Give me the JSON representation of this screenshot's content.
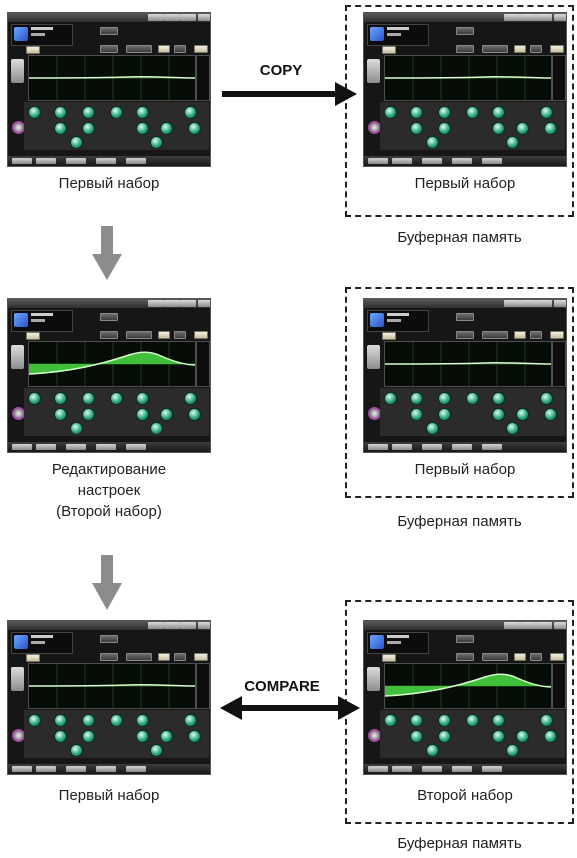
{
  "copy_label": "COPY",
  "compare_label": "COMPARE",
  "caption_first_set": "Первый набор",
  "caption_second_set": "Второй набор",
  "caption_buffer": "Буферная память",
  "caption_edit_line1": "Редактирование",
  "caption_edit_line2": "настроек",
  "caption_edit_line3": "(Второй набор)",
  "colors": {
    "eq_fill": "#3fbf3a",
    "eq_line": "#d8ffd0",
    "knob": "#2aa37d",
    "arrow_gray": "#8c8c8c",
    "arrow_black": "#111111"
  },
  "icons": {
    "copy_arrow": "arrow-right-icon",
    "compare_arrow": "double-arrow-icon",
    "step_arrow": "arrow-down-icon"
  }
}
